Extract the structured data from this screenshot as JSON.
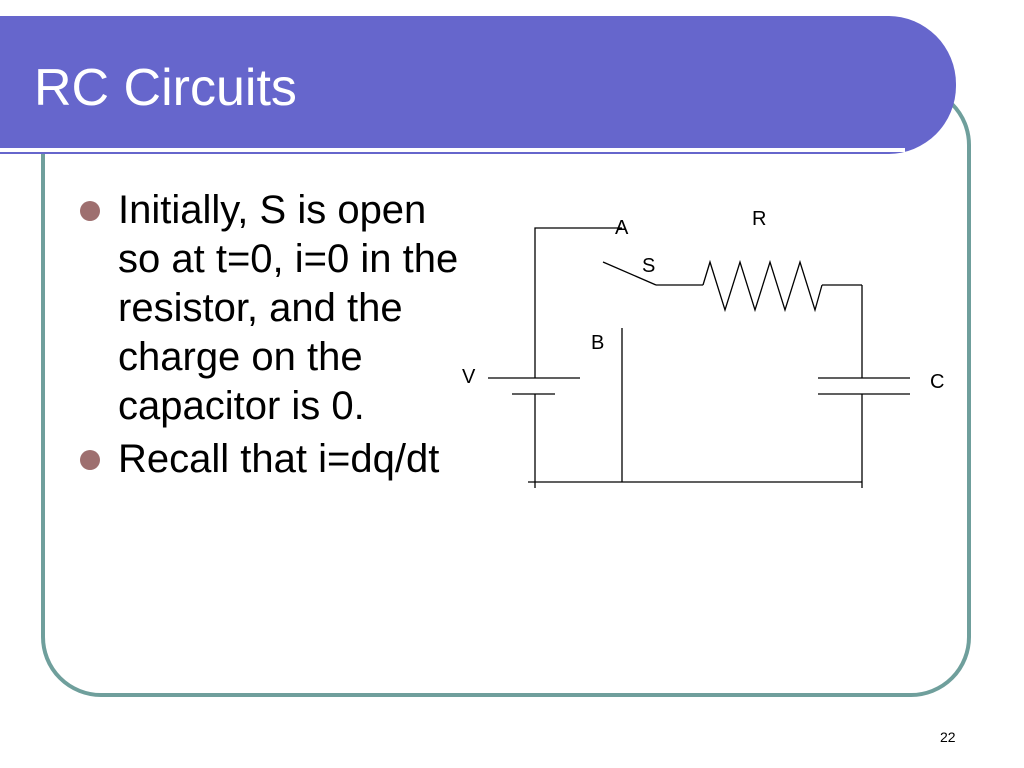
{
  "slide": {
    "title": "RC Circuits",
    "page_number": "22",
    "accent_color": "#6666cc",
    "frame_color": "#6f9f9c",
    "bullet_color": "#9e6f6f"
  },
  "bullets": [
    "Initially, S is open so at t=0, i=0 in the resistor, and the charge on the capacitor is 0.",
    "Recall that i=dq/dt"
  ],
  "circuit": {
    "labels": {
      "a": "A",
      "r": "R",
      "s": "S",
      "b": "B",
      "v": "V",
      "c": "C"
    }
  }
}
